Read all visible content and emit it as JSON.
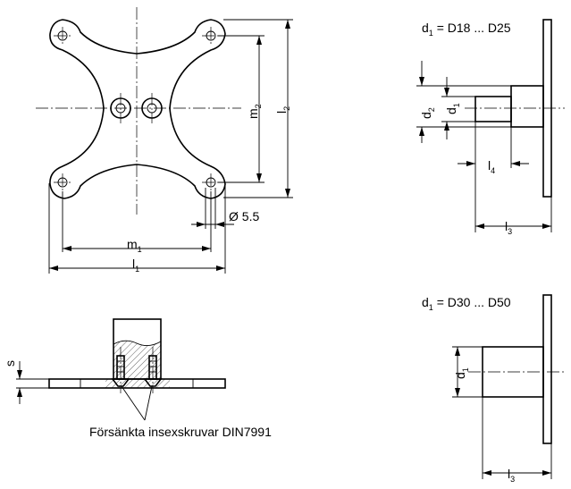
{
  "top_view": {
    "m1": "m",
    "m1_sub": "1",
    "l1": "l",
    "l1_sub": "1",
    "m2": "m",
    "m2_sub": "2",
    "l2": "l",
    "l2_sub": "2",
    "hole_dia": "Ø 5.5"
  },
  "side_small": {
    "range_prefix": "d",
    "range_prefix_sub": "1",
    "range_text": " = D18 ... D25",
    "d2": "d",
    "d2_sub": "2",
    "d1": "d",
    "d1_sub": "1",
    "l4": "l",
    "l4_sub": "4",
    "l3": "l",
    "l3_sub": "3"
  },
  "side_large": {
    "range_prefix": "d",
    "range_prefix_sub": "1",
    "range_text": " = D30 ... D50",
    "d1": "d",
    "d1_sub": "1",
    "l3": "l",
    "l3_sub": "3"
  },
  "section_view": {
    "s": "s",
    "note": "Försänkta insexskruvar DIN7991"
  }
}
